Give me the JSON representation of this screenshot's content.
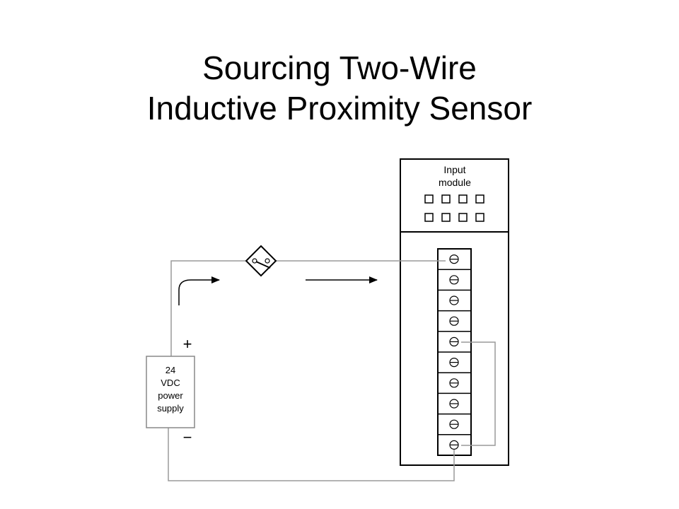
{
  "title": {
    "line1": "Sourcing Two-Wire",
    "line2": "Inductive Proximity Sensor"
  },
  "input_module": {
    "label_line1": "Input",
    "label_line2": "module",
    "indicator_rows": 2,
    "indicators_per_row": 4,
    "terminal_count": 10
  },
  "power_supply": {
    "lines": [
      "24",
      "VDC",
      "power",
      "supply"
    ],
    "positive_symbol": "+",
    "negative_symbol": "−"
  },
  "colors": {
    "line": "#000000",
    "wire": "#9a9a9a",
    "box_border": "#888888",
    "background": "#ffffff"
  }
}
